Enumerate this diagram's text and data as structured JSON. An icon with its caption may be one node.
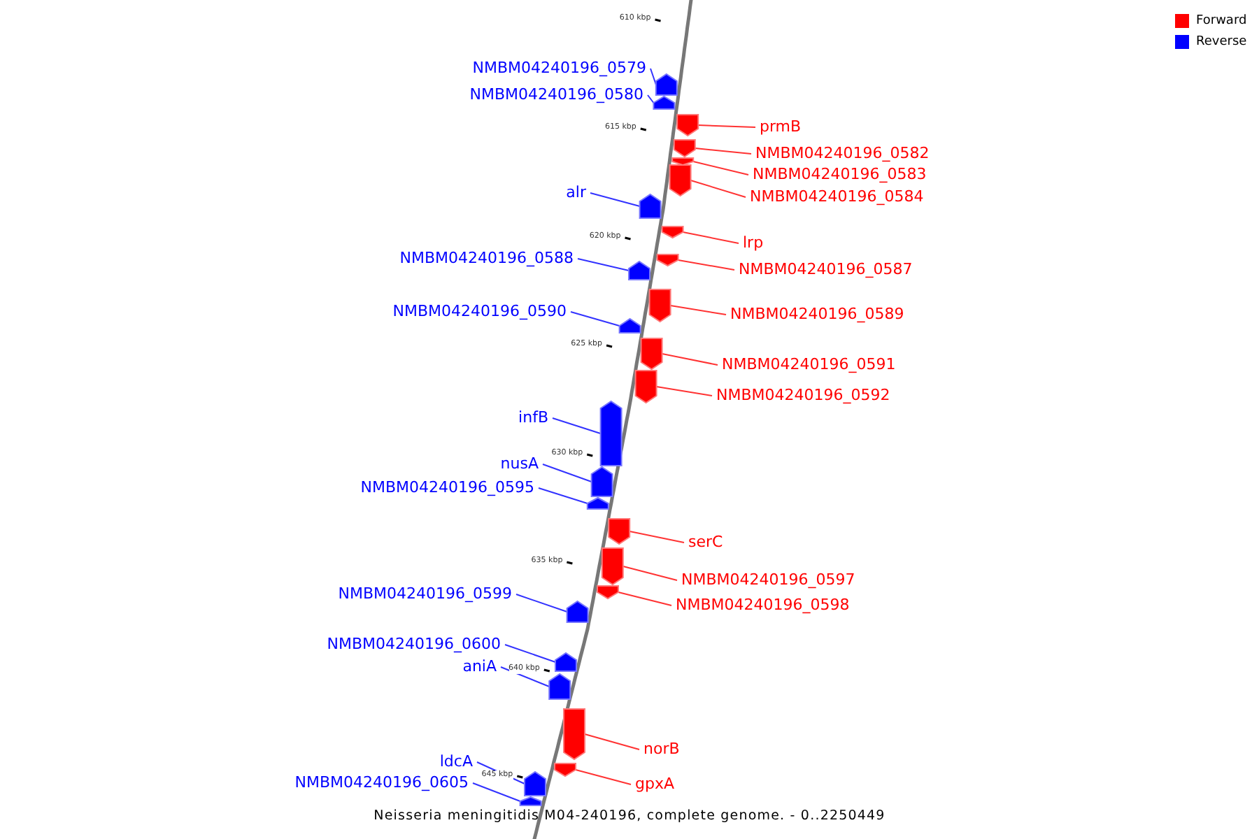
{
  "diagram": {
    "caption": "Neisseria meningitidis M04-240196, complete genome. - 0..2250449",
    "nodes": [
      {
        "text": [
          "NMBM04240196_0579"
        ]
      },
      {
        "text": [],
        "shape": "pentagon"
      },
      {
        "text": [
          "NMBM04240196_0580"
        ]
      },
      {
        "text": [],
        "shape": "pentagon"
      },
      {
        "text": [
          "prmB"
        ]
      },
      {
        "text": [],
        "shape": "pentagon"
      },
      {
        "text": [
          "NMBM04240196_0582"
        ]
      },
      {
        "text": [],
        "shape": "pentagon"
      },
      {
        "text": [
          "NMBM04240196_0583"
        ]
      },
      {
        "text": [],
        "shape": "pentagon"
      },
      {
        "text": [
          "alr"
        ]
      },
      {
        "text": [],
        "shape": "pentagon"
      },
      {
        "text": [
          "NMBM04240196_0584"
        ]
      },
      {
        "text": [],
        "shape": "pentagon"
      },
      {
        "text": [
          "lrp"
        ]
      },
      {
        "text": [],
        "shape": "pentagon"
      },
      {
        "text": [
          "NMBM04240196_0588"
        ]
      },
      {
        "text": [],
        "shape": "pentagon"
      },
      {
        "text": [
          "NMBM04240196_0587"
        ]
      },
      {
        "text": [],
        "shape": "pentagon"
      },
      {
        "text": [
          "NMBM04240196_0590"
        ]
      },
      {
        "text": [],
        "shape": "pentagon"
      },
      {
        "text": [
          "NMBM04240196_0589"
        ]
      },
      {
        "text": [],
        "shape": "pentagon"
      },
      {
        "text": [
          "NMBM04240196_0591"
        ]
      },
      {
        "text": [],
        "shape": "pentagon"
      },
      {
        "text": [
          "NMBM04240196_0592"
        ]
      },
      {
        "text": [],
        "shape": "pentagon"
      },
      {
        "text": [
          "infB"
        ]
      },
      {
        "text": [],
        "shape": "pentagon"
      },
      {
        "text": [
          "nusA"
        ]
      },
      {
        "text": [],
        "shape": "pentagon"
      },
      {
        "text": [
          "NMBM04240196_0595"
        ]
      },
      {
        "text": [],
        "shape": "pentagon"
      },
      {
        "text": [
          "serC"
        ]
      },
      {
        "text": [],
        "shape": "pentagon"
      },
      {
        "text": [
          "NMBM04240196_0597"
        ]
      },
      {
        "text": [],
        "shape": "pentagon"
      },
      {
        "text": [
          "NMBM04240196_0599"
        ]
      },
      {
        "text": [],
        "shape": "pentagon"
      },
      {
        "text": [
          "NMBM04240196_0598"
        ]
      },
      {
        "text": [],
        "shape": "pentagon"
      },
      {
        "text": [
          "NMBM04240196_0600"
        ]
      },
      {
        "text": [],
        "shape": "pentagon"
      },
      {
        "text": [
          "aniA"
        ]
      },
      {
        "text": [],
        "shape": "pentagon"
      },
      {
        "text": [
          "norB"
        ]
      },
      {
        "text": [],
        "shape": "pentagon"
      },
      {
        "text": [
          "ldcA"
        ]
      },
      {
        "text": [],
        "shape": "pentagon"
      },
      {
        "text": [
          "NMBM04240196_0605"
        ]
      },
      {
        "text": [],
        "shape": "pentagon"
      },
      {
        "text": [
          "gpxA"
        ]
      },
      {
        "text": [],
        "shape": "pentagon"
      }
    ],
    "edges": [
      {
        "from": 0,
        "to": 1,
        "arrow": "none",
        "color": "#0000ff"
      },
      {
        "from": 2,
        "to": 3,
        "arrow": "none",
        "color": "#0000ff"
      },
      {
        "from": 4,
        "to": 5,
        "arrow": "none"
      },
      {
        "from": 6,
        "to": 7,
        "arrow": "none"
      },
      {
        "from": 8,
        "to": 9,
        "arrow": "none"
      },
      {
        "from": 10,
        "to": 11,
        "arrow": "none",
        "color": "#0000ff"
      },
      {
        "from": 12,
        "to": 13,
        "arrow": "none"
      },
      {
        "from": 14,
        "to": 15,
        "arrow": "none"
      },
      {
        "from": 16,
        "to": 17,
        "arrow": "none",
        "color": "#0000ff"
      },
      {
        "from": 18,
        "to": 19,
        "arrow": "none"
      },
      {
        "from": 20,
        "to": 21,
        "arrow": "none",
        "color": "#0000ff"
      },
      {
        "from": 22,
        "to": 23,
        "arrow": "none"
      },
      {
        "from": 24,
        "to": 25,
        "arrow": "none"
      },
      {
        "from": 26,
        "to": 27,
        "arrow": "none"
      },
      {
        "from": 28,
        "to": 29,
        "arrow": "none",
        "color": "#0000ff"
      },
      {
        "from": 30,
        "to": 31,
        "arrow": "none",
        "color": "#0000ff"
      },
      {
        "from": 32,
        "to": 33,
        "arrow": "none",
        "color": "#0000ff"
      },
      {
        "from": 34,
        "to": 35,
        "arrow": "none"
      },
      {
        "from": 36,
        "to": 37,
        "arrow": "none"
      },
      {
        "from": 38,
        "to": 39,
        "arrow": "none",
        "color": "#0000ff"
      },
      {
        "from": 40,
        "to": 41,
        "arrow": "none"
      },
      {
        "from": 42,
        "to": 43,
        "arrow": "none",
        "color": "#0000ff"
      },
      {
        "from": 44,
        "to": 45,
        "arrow": "none",
        "color": "#0000ff"
      },
      {
        "from": 46,
        "to": 47,
        "arrow": "none"
      },
      {
        "from": 48,
        "to": 49,
        "arrow": "none",
        "color": "#0000ff"
      },
      {
        "from": 50,
        "to": 51,
        "arrow": "none",
        "color": "#0000ff"
      },
      {
        "from": 52,
        "to": 53,
        "arrow": "none"
      }
    ],
    "labels": [
      "610 kbp",
      "615 kbp",
      "620 kbp",
      "625 kbp",
      "630 kbp",
      "635 kbp",
      "640 kbp",
      "645 kbp"
    ],
    "legend": [
      {
        "text": "Forward",
        "color": "#ff0000"
      },
      {
        "text": "Reverse",
        "color": "#0000ff"
      }
    ]
  }
}
